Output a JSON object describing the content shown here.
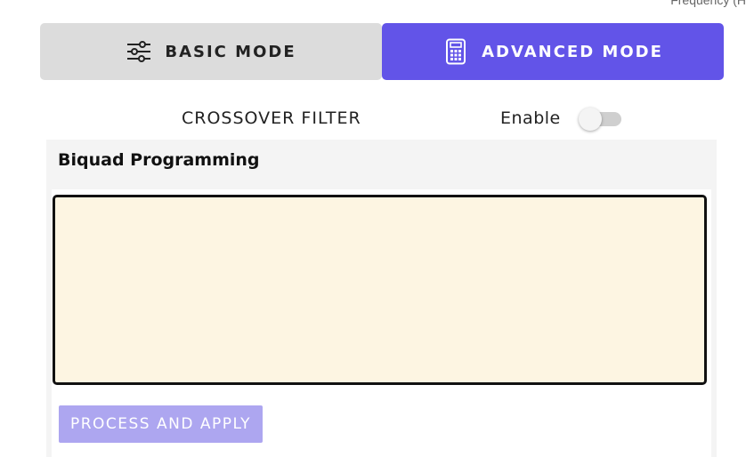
{
  "header": {
    "cut_label": "Frequency (H"
  },
  "modes": {
    "basic": {
      "label": "BASIC MODE",
      "icon": "sliders-icon",
      "selected": false
    },
    "advanced": {
      "label": "ADVANCED MODE",
      "icon": "calculator-icon",
      "selected": true
    }
  },
  "filter": {
    "title": "CROSSOVER FILTER",
    "enable_label": "Enable",
    "enabled": false
  },
  "biquad": {
    "title": "Biquad Programming",
    "input_value": "",
    "apply_label": "PROCESS AND APPLY"
  },
  "colors": {
    "accent": "#6254e8",
    "accent_disabled": "#ada6f0",
    "mode_inactive": "#dcdcdc",
    "input_background": "#fdf5e2"
  }
}
